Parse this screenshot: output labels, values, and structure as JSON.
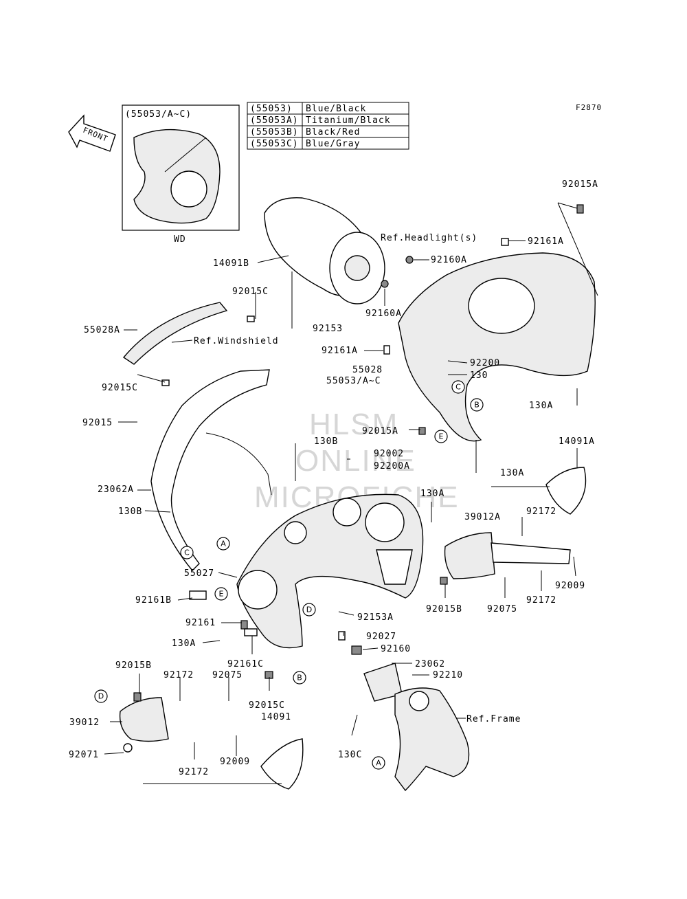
{
  "diagram_id": "F2870",
  "inset": {
    "header": "(55053/A~C)",
    "caption": "WD",
    "front_label": "FRONT"
  },
  "color_table": [
    {
      "code": "(55053)",
      "color": "Blue/Black"
    },
    {
      "code": "(55053A)",
      "color": "Titanium/Black"
    },
    {
      "code": "(55053B)",
      "color": "Black/Red"
    },
    {
      "code": "(55053C)",
      "color": "Blue/Gray"
    }
  ],
  "watermark": [
    "HLSM",
    "ONLINE",
    "MICROFICHE"
  ],
  "labels": {
    "l01": "92015A",
    "l02": "Ref.Headlight(s)",
    "l03": "92161A",
    "l04": "14091B",
    "l05": "92160A",
    "l06": "92015C",
    "l07": "92160A",
    "l08": "92153",
    "l09": "55028A",
    "l10": "Ref.Windshield",
    "l11": "92161A",
    "l12": "92200",
    "l13": "55028",
    "l14": "130",
    "l15": "55053/A~C",
    "l16": "92015C",
    "l17": "130A",
    "l18": "92015",
    "l19": "92015A",
    "l20": "130B",
    "l21": "92002",
    "l22": "92200A",
    "l23": "130A",
    "l24": "14091A",
    "l25": "23062A",
    "l26": "130A",
    "l27": "130B",
    "l28": "39012A",
    "l29": "92172",
    "l30": "55027",
    "l31": "92009",
    "l32": "92161B",
    "l33": "92015B",
    "l34": "92075",
    "l35": "92172",
    "l36": "92161",
    "l37": "92153A",
    "l38": "130A",
    "l39": "92027",
    "l40": "92160",
    "l41": "92161C",
    "l42": "23062",
    "l43": "92015B",
    "l44": "92172",
    "l45": "92075",
    "l46": "92210",
    "l47": "92015C",
    "l48": "39012",
    "l49": "14091",
    "l50": "Ref.Frame",
    "l51": "130C",
    "l52": "92071",
    "l53": "92172",
    "l54": "92009"
  },
  "callouts": {
    "c_A1": "A",
    "c_C1": "C",
    "c_E1": "E",
    "c_D1": "D",
    "c_B1": "B",
    "c_C2": "C",
    "c_B2": "B",
    "c_E2": "E",
    "c_D2": "D",
    "c_A2": "A"
  }
}
